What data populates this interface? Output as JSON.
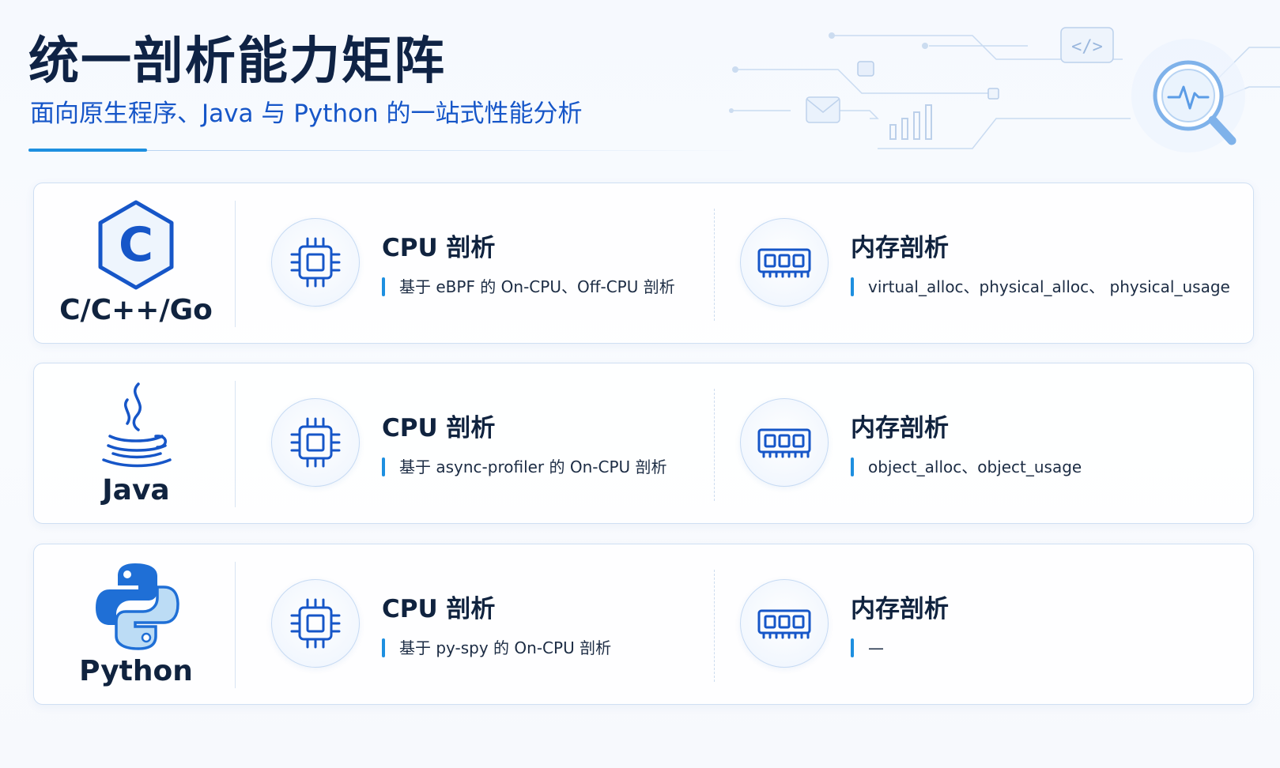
{
  "header": {
    "title": "统一剖析能力矩阵",
    "subtitle": "面向原生程序、Java 与 Python 的一站式性能分析"
  },
  "rows": [
    {
      "language": "C/C++/Go",
      "icon": "c-hexagon-icon",
      "glyph": "C",
      "cpu": {
        "title": "CPU 剖析",
        "desc": "基于 eBPF 的 On-CPU、Off-CPU 剖析"
      },
      "mem": {
        "title": "内存剖析",
        "desc": "virtual_alloc、physical_alloc、 physical_usage"
      }
    },
    {
      "language": "Java",
      "icon": "java-coffee-cup-icon",
      "cpu": {
        "title": "CPU 剖析",
        "desc": "基于 async-profiler 的 On-CPU 剖析"
      },
      "mem": {
        "title": "内存剖析",
        "desc": "object_alloc、object_usage"
      }
    },
    {
      "language": "Python",
      "icon": "python-logo-icon",
      "cpu": {
        "title": "CPU 剖析",
        "desc": "基于 py-spy 的 On-CPU 剖析"
      },
      "mem": {
        "title": "内存剖析",
        "desc": "—"
      }
    }
  ],
  "decor": {
    "icons": [
      "code-tag-icon",
      "magnifier-pulse-icon",
      "bar-chart-icon",
      "envelope-icon"
    ],
    "code_tag": "</>"
  },
  "colors": {
    "accent": "#1d8fe0",
    "primary": "#1656c8",
    "title": "#0f2345",
    "python_yellow": "#bcdcf5"
  }
}
